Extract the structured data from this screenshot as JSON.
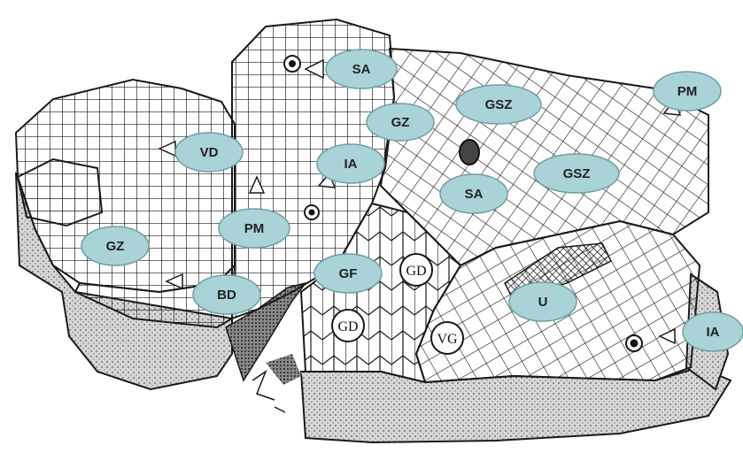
{
  "colors": {
    "label_fill": "#a9d3d7",
    "label_stroke": "#6f9fa5",
    "line": "#1a1a1a",
    "stipple": "#c8c8c8",
    "paper": "#ffffff"
  },
  "labels": [
    {
      "id": "sa-top",
      "text": "SA"
    },
    {
      "id": "gz-top",
      "text": "GZ"
    },
    {
      "id": "gsz-top",
      "text": "GSZ"
    },
    {
      "id": "pm-right",
      "text": "PM"
    },
    {
      "id": "vd",
      "text": "VD"
    },
    {
      "id": "ia-mid",
      "text": "IA"
    },
    {
      "id": "sa-mid",
      "text": "SA"
    },
    {
      "id": "gsz-mid",
      "text": "GSZ"
    },
    {
      "id": "pm-mid",
      "text": "PM"
    },
    {
      "id": "gz-left",
      "text": "GZ"
    },
    {
      "id": "gf",
      "text": "GF"
    },
    {
      "id": "bd",
      "text": "BD"
    },
    {
      "id": "u",
      "text": "U"
    },
    {
      "id": "ia-right",
      "text": "IA"
    }
  ],
  "circle_labels": [
    {
      "id": "gd-upper",
      "text": "GD"
    },
    {
      "id": "gd-lower",
      "text": "GD"
    },
    {
      "id": "vg",
      "text": "VG"
    }
  ]
}
